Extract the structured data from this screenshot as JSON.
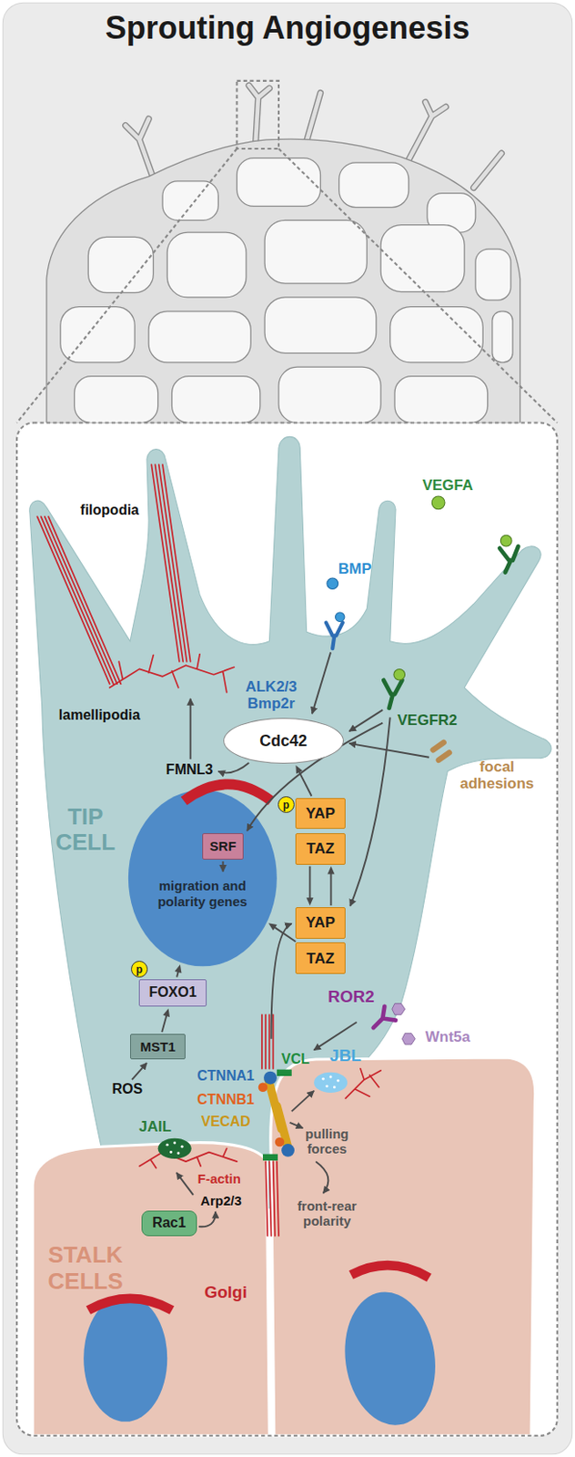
{
  "diagram": {
    "title": "Sprouting Angiogenesis",
    "nodes": [
      {
        "text": [
          "Cdc42"
        ]
      },
      {
        "text": [
          "migration and polarity genes"
        ]
      },
      {
        "text": [
          "SRF"
        ],
        "in": 1
      },
      {
        "text": [
          "p"
        ]
      },
      {
        "text": [
          "YAP"
        ]
      },
      {
        "text": [
          "TAZ"
        ]
      },
      {
        "text": [
          "YAP"
        ]
      },
      {
        "text": [
          "TAZ"
        ]
      },
      {
        "text": [
          "p"
        ]
      },
      {
        "text": [
          "FOXO1"
        ]
      },
      {
        "text": [
          "MST1"
        ]
      },
      {
        "text": [
          "Rac1"
        ]
      }
    ],
    "edges": [
      {
        "from": 4,
        "to": 0,
        "arrow": "to"
      },
      {
        "from": 5,
        "to": 6,
        "arrow": "to"
      },
      {
        "from": 6,
        "to": 5,
        "arrow": "to"
      },
      {
        "from": 7,
        "to": 1,
        "arrow": "to"
      },
      {
        "from": 9,
        "to": 1,
        "arrow": "to"
      },
      {
        "from": 10,
        "to": 9,
        "arrow": "to"
      }
    ],
    "labels": [
      "VEGFA",
      "filopodia",
      "BMP",
      "ALK2/3 Bmp2r",
      "lamellipodia",
      "VEGFR2",
      "FMNL3",
      "focal adhesions",
      "TIP CELL",
      "ROR2",
      "Wnt5a",
      "JBL",
      "VCL",
      "CTNNA1",
      "ROS",
      "CTNNB1",
      "VECAD",
      "JAIL",
      "pulling forces",
      "F-actin",
      "Arp2/3",
      "front-rear polarity",
      "STALK CELLS",
      "Golgi"
    ]
  }
}
